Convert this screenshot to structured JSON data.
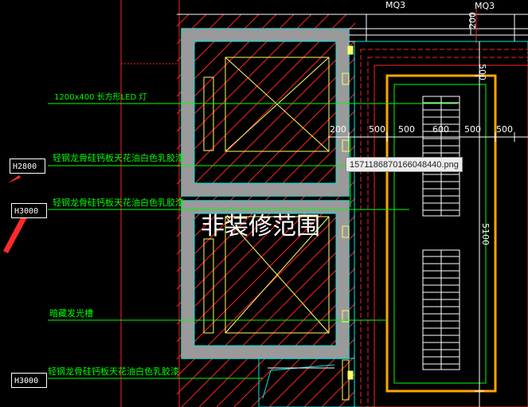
{
  "drawing": {
    "top_labels": {
      "door_left": "MQ3",
      "door_right": "MQ3",
      "vertical_dim": "200"
    },
    "annotations": {
      "led_light": "1200x400     长方形LED 灯",
      "ceiling_1": "轻钢龙骨硅钙板天花油白色乳胶漆",
      "ceiling_2": "轻钢龙骨硅钙板天花油白色乳胶漆",
      "light_trough": "暗藏发光槽",
      "ceiling_3": "轻钢龙骨硅钙板天花油白色乳胶漆"
    },
    "height_tags": [
      "H2800",
      "H3000",
      "H3000"
    ],
    "non_decor_text": "非装修范围",
    "dimensions": {
      "horizontal": [
        "200",
        "500",
        "500",
        "600",
        "500",
        "500"
      ],
      "vertical_right": [
        "500",
        "5100"
      ]
    }
  },
  "tooltip": {
    "filename": "1571186870166048440.png"
  },
  "colors": {
    "background": "#000000",
    "leader_line": "#00ff00",
    "hatch": "#ff2020",
    "wall": "#00e5e5",
    "highlight_box": "#ffa500",
    "height_tag_arrow": "#ff2a2a",
    "dimension": "#ffffff",
    "fixture_frame": "#ffff66"
  }
}
